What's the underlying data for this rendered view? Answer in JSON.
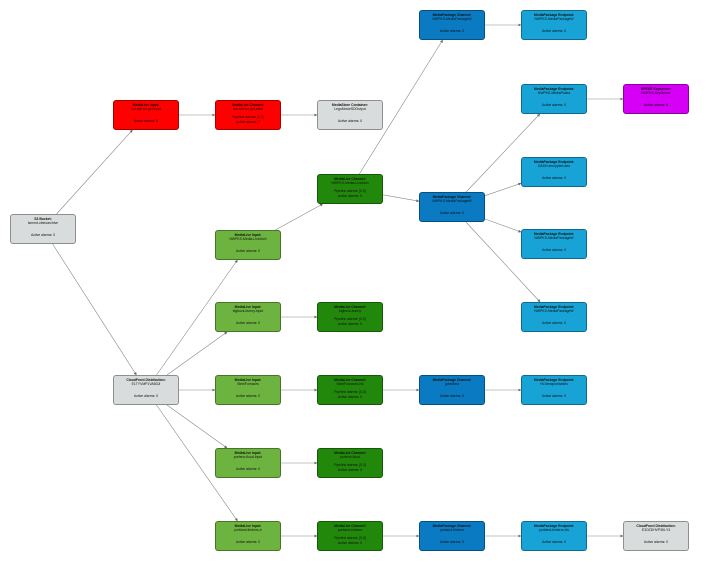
{
  "colors": {
    "s3": "#d9dcdc",
    "cloudfront": "#d9dcdc",
    "input_alarm": "#ff0000",
    "channel_alarm": "#ff0000",
    "container": "#d9dcdc",
    "input_ok": "#6db33f",
    "channel_ok": "#21880b",
    "package_channel": "#0a7ac2",
    "endpoint": "#17a3d6",
    "speke": "#d500f5",
    "edge": "#888888"
  },
  "nodes": {
    "s3_bucket": {
      "title": "S3 Bucket:",
      "sub": "lsmmd-videoarchive",
      "alarms": "Active alarms: 0"
    },
    "cloudfront_main": {
      "title": "CloudFront Distribution:",
      "sub": "E1TYVMP1VAB3JI",
      "alarms": "Active alarms: 0"
    },
    "ml_input_red": {
      "title": "MediaLive Input:",
      "sub": "lsw-mirrorr-get-input",
      "alarms": "Active alarms: 0"
    },
    "ml_channel_red": {
      "title": "MediaLive Channel:",
      "sub": "lsw-mirrorr-get-steel",
      "pipeline": "Pipeline alarms: [0,0]",
      "alarms": "Active alarms: 7"
    },
    "mediastore_container": {
      "title": "MediaStore Container:",
      "sub": "LegoMovieSDOutput",
      "alarms": "Active alarms: 0"
    },
    "ml_channel_main": {
      "title": "MediaLive Channel:",
      "sub": "NWPKS-Media-LiveArch",
      "pipeline": "Pipeline alarms: [0,0]",
      "alarms": "Active alarms: 0"
    },
    "ml_input_main": {
      "title": "MediaLive Input:",
      "sub": "NWPKS-Media-LiveArch",
      "alarms": "Active alarms: 0"
    },
    "mp_channel_top": {
      "title": "MediaPackage Channel:",
      "sub": "NWPKS-MediaPackageW",
      "alarms": "Active alarms: 0"
    },
    "mp_endpoint_top": {
      "title": "MediaPackage Endpoint:",
      "sub": "NWPKS-MediaPackageW",
      "alarms": "Active alarms: 0"
    },
    "mp_channel_main": {
      "title": "MediaPackage Channel:",
      "sub": "NWPKS-MediaPackageW",
      "alarms": "Active alarms: 0"
    },
    "mp_endpoint_1": {
      "title": "MediaPackage Endpoint:",
      "sub": "NWPKS-MediaPacka",
      "alarms": "Active alarms: 0"
    },
    "speke": {
      "title": "SPEKE Keyserver:",
      "sub": "NWPKS-KeyServer",
      "alarms": "Active alarms: 0"
    },
    "mp_endpoint_2": {
      "title": "MediaPackage Endpoint:",
      "sub": "DASH-encrypted-aes",
      "alarms": "Active alarms: 0"
    },
    "mp_endpoint_3": {
      "title": "MediaPackage Endpoint:",
      "sub": "NWPKS-MediaPackageW",
      "alarms": "Active alarms: 0"
    },
    "mp_endpoint_4": {
      "title": "MediaPackage Endpoint:",
      "sub": "NWPKS-MediaPackageW",
      "alarms": "Active alarms: 0"
    },
    "ml_input_2": {
      "title": "MediaLive Input:",
      "sub": "bigbuck-bunny-input",
      "alarms": "Active alarms: 0"
    },
    "ml_channel_2": {
      "title": "MediaLive Channel:",
      "sub": "bigbuck-bunny",
      "pipeline": "Pipeline alarms: [0,0]",
      "alarms": "Active alarms: 0"
    },
    "ml_input_3": {
      "title": "MediaLive Input:",
      "sub": "SteelFurnaces",
      "alarms": "Active alarms: 0"
    },
    "ml_channel_3": {
      "title": "MediaLive Channel:",
      "sub": "SteelFurnaces-hls",
      "pipeline": "Pipeline alarms: [0,0]",
      "alarms": "Active alarms: 0"
    },
    "mp_channel_3": {
      "title": "MediaPackage Channel:",
      "sub": "jpeedtest",
      "alarms": "Active alarms: 0"
    },
    "mp_endpoint_5": {
      "title": "MediaPackage Endpoint:",
      "sub": "HLSendpointvideo",
      "alarms": "Active alarms: 0"
    },
    "ml_input_4": {
      "title": "MediaLive Input:",
      "sub": "porfeno-flood-input",
      "alarms": "Active alarms: 0"
    },
    "ml_channel_4": {
      "title": "MediaLive Channel:",
      "sub": "porfeno-flood",
      "pipeline": "Pipeline alarms: [0,0]",
      "alarms": "Active alarms: 0"
    },
    "ml_input_5": {
      "title": "MediaLive Input:",
      "sub": "portland-timbers-ir",
      "alarms": "Active alarms: 0"
    },
    "ml_channel_5": {
      "title": "MediaLive Channel:",
      "sub": "portland-timbers",
      "pipeline": "Pipeline alarms: [0,0]",
      "alarms": "Active alarms: 0"
    },
    "mp_channel_5": {
      "title": "MediaPackage Channel:",
      "sub": "portland-timbers",
      "alarms": "Active alarms: 0"
    },
    "mp_endpoint_6": {
      "title": "MediaPackage Endpoint:",
      "sub": "portland-timbers-hls",
      "alarms": "Active alarms: 0"
    },
    "cloudfront_2": {
      "title": "CloudFront Distribution:",
      "sub": "E3OZDHVP3KLY3",
      "alarms": "Active alarms: 0"
    }
  }
}
